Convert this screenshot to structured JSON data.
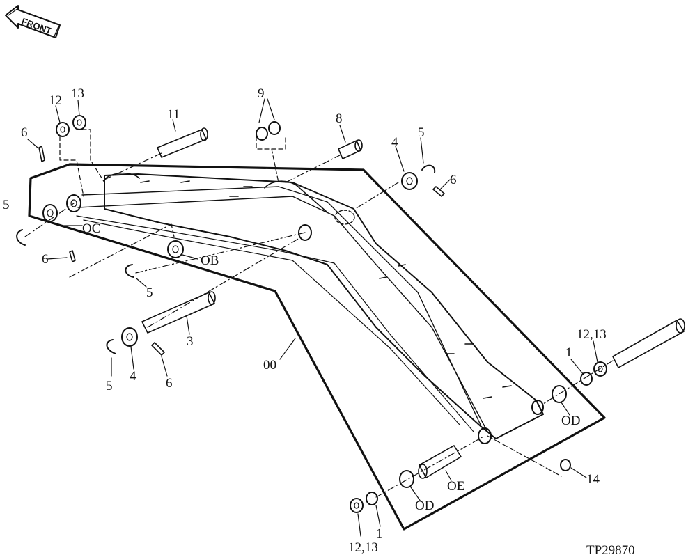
{
  "front_badge": {
    "text": "FRONT"
  },
  "figure_id": "TP29870",
  "labels": {
    "OC": "OC",
    "OB": "OB",
    "OE": "OE",
    "OD_upper": "OD",
    "OD_lower": "OD",
    "OO": "00",
    "n1_right": "1",
    "n1_bottom": "1",
    "n3": "3",
    "n4_left": "4",
    "n4_right": "4",
    "n5_far_left": "5",
    "n5_mid": "5",
    "n5_lower_left": "5",
    "n5_upper_right": "5",
    "n6_top_left": "6",
    "n6_left": "6",
    "n6_lower": "6",
    "n6_right": "6",
    "n8": "8",
    "n9": "9",
    "n11": "11",
    "n12_top": "12",
    "n13_top": "13",
    "n12_13_right": "12,13",
    "n12_13_bottom": "12,13",
    "n14": "14"
  }
}
